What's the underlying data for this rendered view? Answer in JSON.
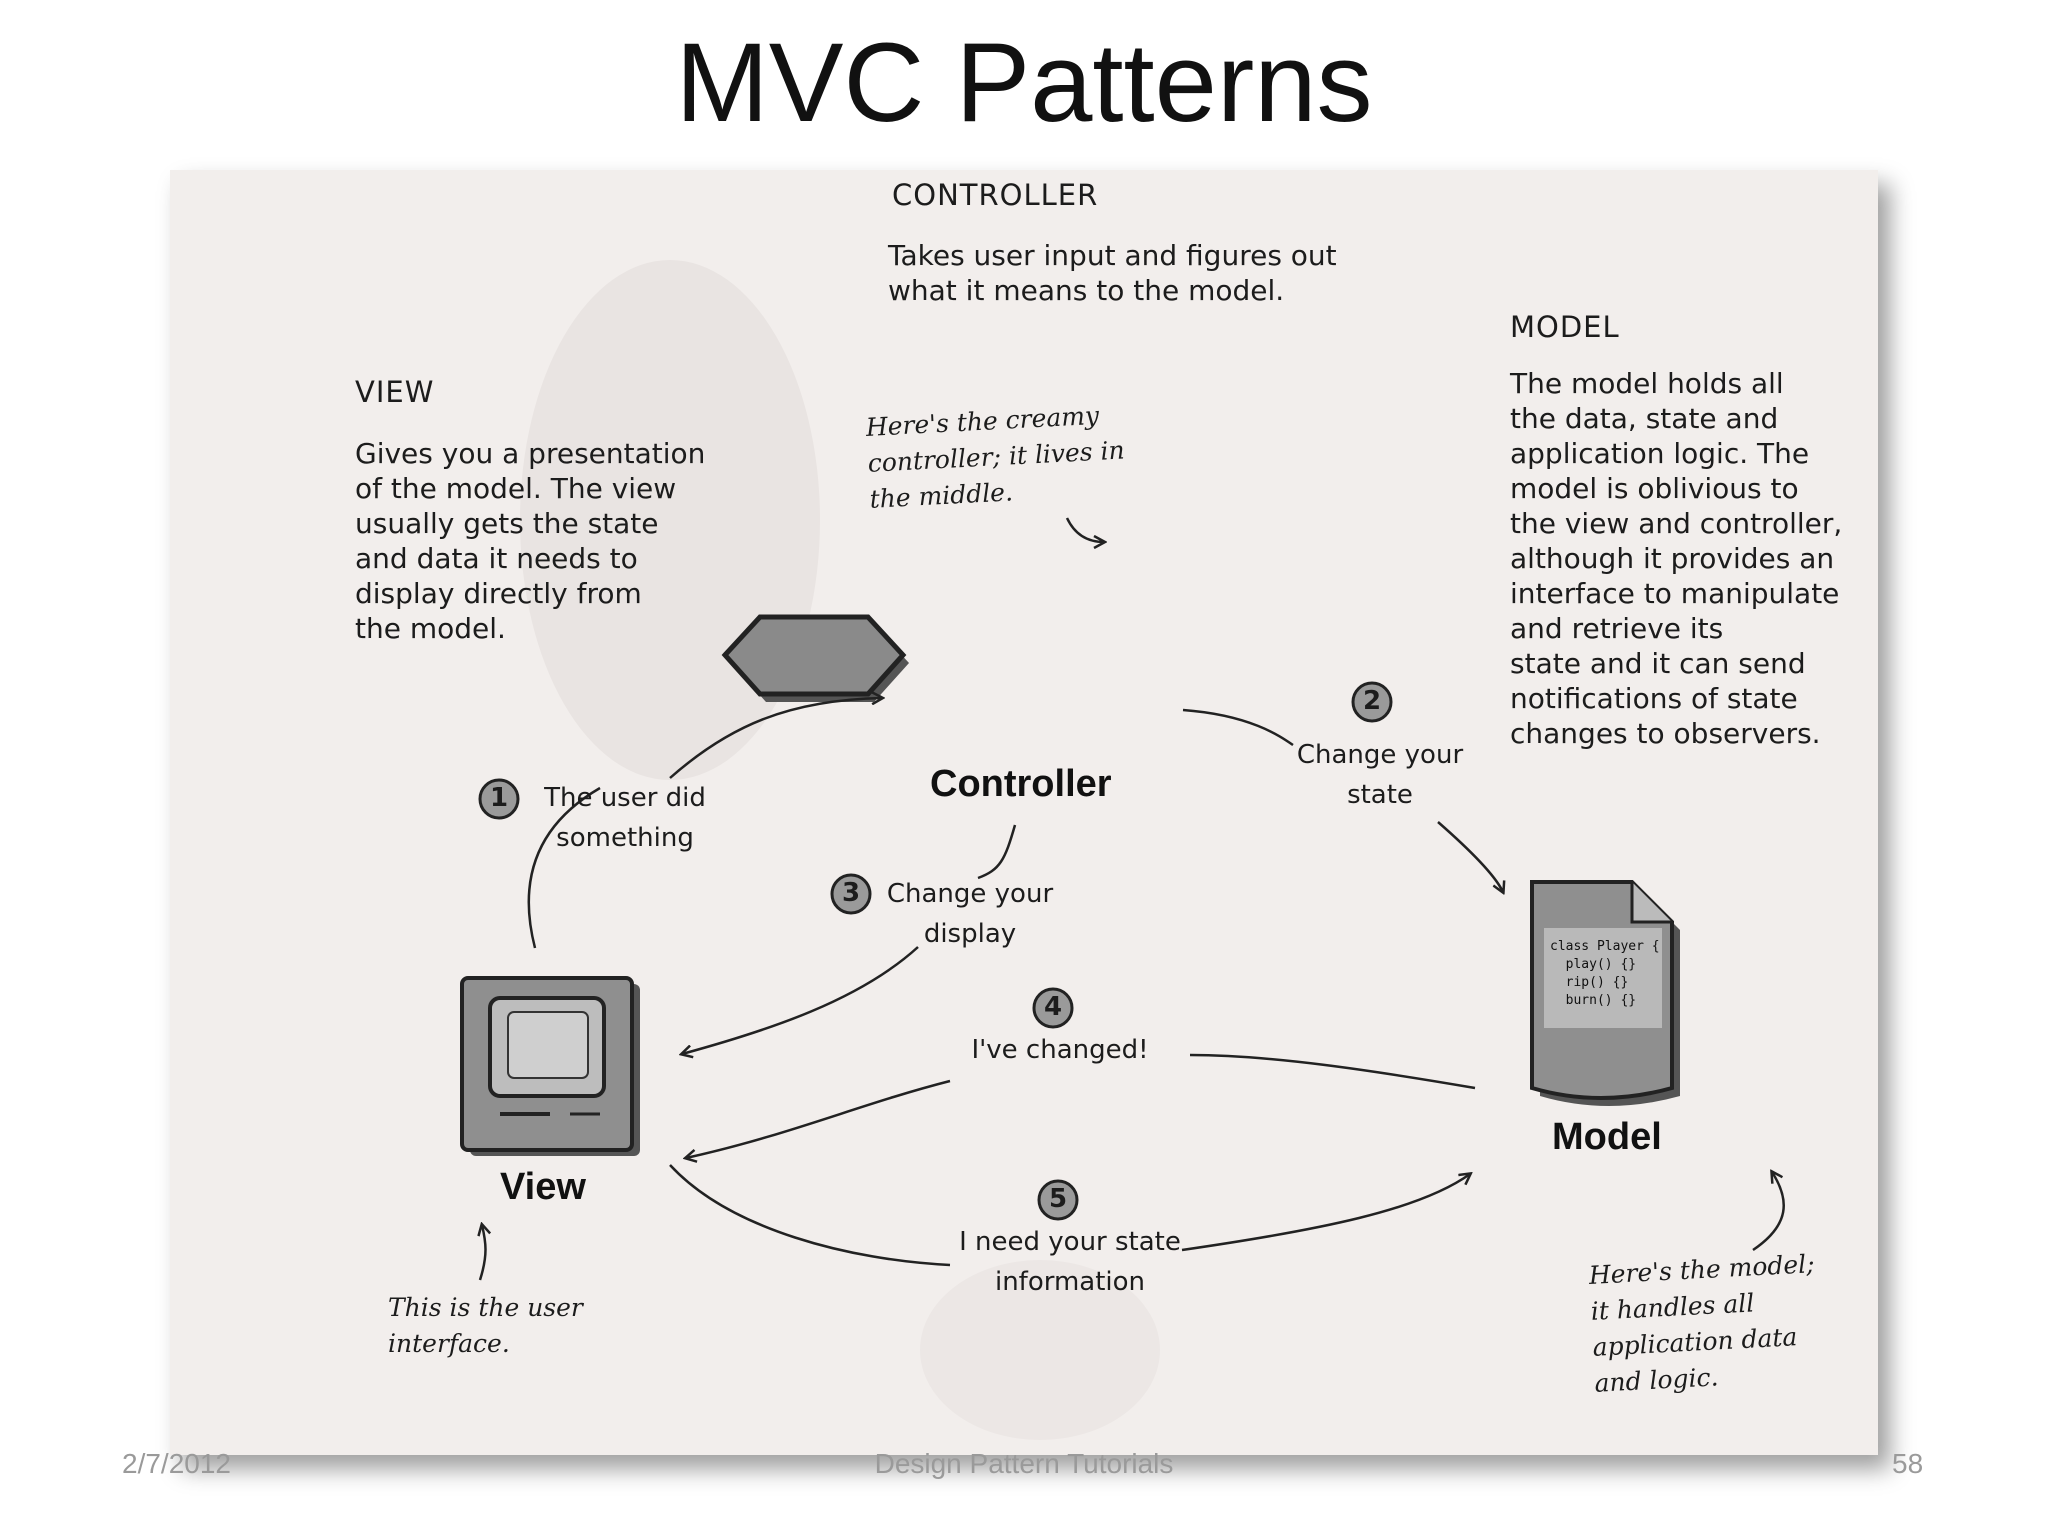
{
  "slide": {
    "title": "MVC Patterns",
    "footer_date": "2/7/2012",
    "footer_center": "Design Pattern Tutorials",
    "footer_page": "58"
  },
  "controller_box": {
    "heading": "CONTROLLER",
    "text": "Takes user input and figures out\nwhat it means to the model."
  },
  "model_box": {
    "heading": "MODEL",
    "text": "The model holds all\nthe data, state and\napplication logic.  The\nmodel is oblivious to\nthe view and controller,\nalthough it provides an\ninterface to manipulate\nand retrieve its\nstate and it can send\nnotifications of state\nchanges to observers."
  },
  "view_box": {
    "heading": "VIEW",
    "text": "Gives you a presentation\nof the model. The view\nusually gets the state\nand data it needs to\ndisplay directly from\nthe model."
  },
  "notes": {
    "controller_note": "Here's the creamy\ncontroller; it lives in\nthe middle.",
    "view_note": "This is the user\ninterface.",
    "model_note": "Here's the model;\nit handles all\napplication data\nand logic."
  },
  "labels": {
    "controller": "Controller",
    "view": "View",
    "model": "Model"
  },
  "steps": [
    {
      "number": "1",
      "text": "The user did\nsomething"
    },
    {
      "number": "2",
      "text": "Change your\nstate"
    },
    {
      "number": "3",
      "text": "Change your\ndisplay"
    },
    {
      "number": "4",
      "text": "I've changed!"
    },
    {
      "number": "5",
      "text": "I need your state\ninformation"
    }
  ],
  "model_code": "class Player {\n  play() {}\n  rip() {}\n  burn() {}",
  "colors": {
    "paper": "#f2eeec",
    "ink": "#1c1c1c",
    "shape_fill": "#8a8a8a",
    "footer": "#9a9a9a"
  }
}
